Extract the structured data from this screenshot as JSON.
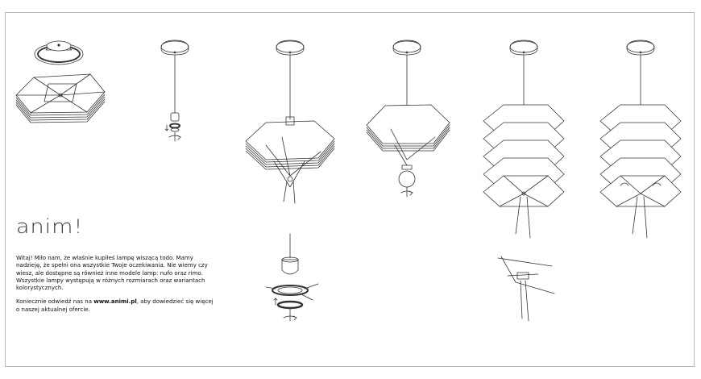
{
  "brand": {
    "name": "anim!"
  },
  "intro": {
    "welcome_paragraph": "Witaj! Miło nam, że właśnie kupiłeś lampę wiszącą todo. Mamy nadzieję, że spełni ona wszystkie Twoje oczekiwania. Nie wiemy czy wiesz, ale dostępne są również inne modele lamp: nufo oraz rimo. Wszystkie lampy występują w różnych rozmiarach oraz wariantach kolorystycznych.",
    "visit_before": "Koniecznie odwiedź nas na ",
    "visit_url": "www.animi.pl",
    "visit_after": ", aby dowiedzieć się więcej o naszej aktualnej ofercie."
  },
  "steps": [
    {
      "id": "parts"
    },
    {
      "id": "hang-cable"
    },
    {
      "id": "attach-shade"
    },
    {
      "id": "install-bulb"
    },
    {
      "id": "extend-shade"
    },
    {
      "id": "final-lamp"
    }
  ],
  "colors": {
    "line": "#333333",
    "frame": "#b8b8b8",
    "accent": "#222222"
  }
}
